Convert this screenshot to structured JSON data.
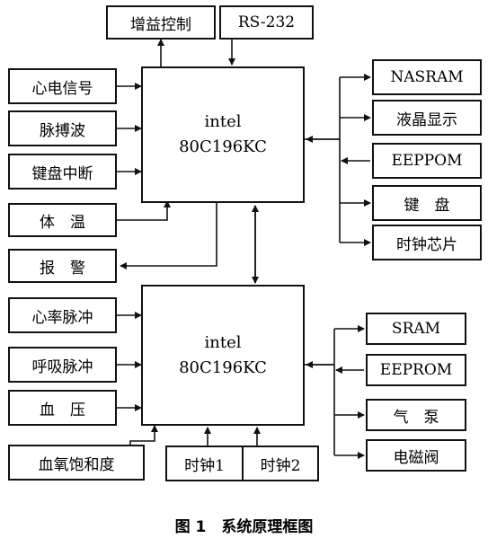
{
  "diagram": {
    "cpu1": {
      "line1": "intel",
      "line2": "80C196KC"
    },
    "cpu2": {
      "line1": "intel",
      "line2": "80C196KC"
    },
    "top": {
      "gain": "增益控制",
      "rs232": "RS-232"
    },
    "left_upper": {
      "ecg": "心电信号",
      "pulse_wave": "脉搏波",
      "key_interrupt": "键盘中断",
      "temperature": "体　温",
      "alarm": "报　警"
    },
    "right_upper": {
      "nasram": "NASRAM",
      "lcd": "液晶显示",
      "eeppom": "EEPPOM",
      "keyboard": "键　盘",
      "clock_chip": "时钟芯片"
    },
    "left_lower": {
      "heart_rate": "心率脉冲",
      "breath": "呼吸脉冲",
      "blood_pressure": "血　压",
      "spo2": "血氧饱和度"
    },
    "bottom": {
      "clock1": "时钟1",
      "clock2": "时钟2"
    },
    "right_lower": {
      "sram": "SRAM",
      "eeprom": "EEPROM",
      "pump": "气　泵",
      "valve": "电磁阀"
    }
  },
  "caption": "图 1　系统原理框图"
}
